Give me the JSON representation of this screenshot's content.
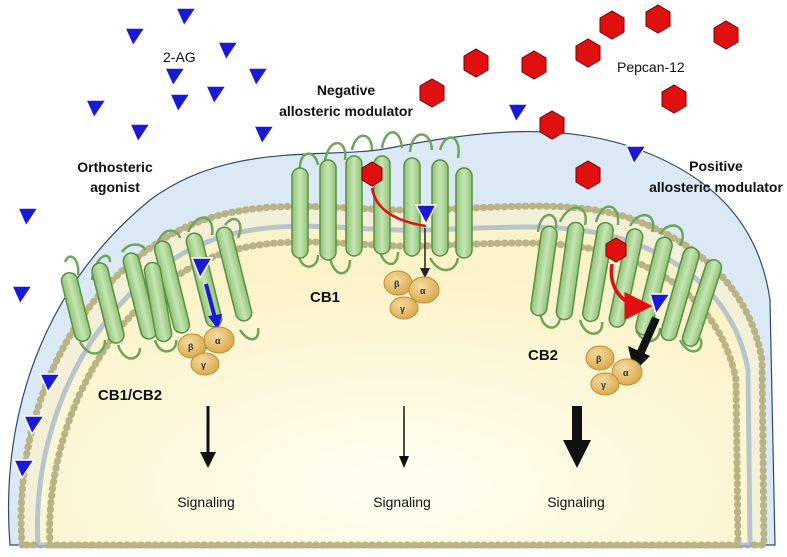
{
  "ligands": {
    "ag_label": "2-AG",
    "pepcan_label": "Pepcan-12"
  },
  "annotations": {
    "orthosteric_line1": "Orthosteric",
    "orthosteric_line2": "agonist",
    "nam_line1": "Negative",
    "nam_line2": "allosteric modulator",
    "pam_line1": "Positive",
    "pam_line2": "allosteric modulator"
  },
  "receptors": {
    "left": "CB1/CB2",
    "middle": "CB1",
    "right": "CB2"
  },
  "gprotein": {
    "beta": "β",
    "alpha": "α",
    "gamma": "γ"
  },
  "signaling": {
    "left": "Signaling",
    "middle": "Signaling",
    "right": "Signaling"
  },
  "colors": {
    "agonist": "#1a1ad6",
    "pepcan": "#e01010",
    "helix": "#a3cf8a",
    "helix_stroke": "#5b8f47",
    "gprotein": "#e2b45a",
    "membrane_fill": "#d6e6f2",
    "cytoplasm": "#fffbe6"
  }
}
